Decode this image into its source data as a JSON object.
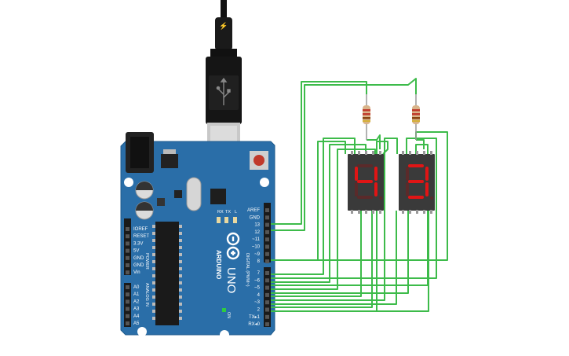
{
  "board": {
    "brand": "ARDUINO",
    "model": "UNO",
    "infinity_symbol": "∞",
    "tx_label": "TX",
    "rx_label": "RX",
    "l_label": "L",
    "on_label": "ON",
    "power_header_label": "POWER",
    "analog_header_label": "ANALOG IN",
    "digital_header_label": "DIGITAL (PWM~)",
    "power_pins": [
      "IOREF",
      "RESET",
      "3.3V",
      "5V",
      "GND",
      "GND",
      "Vin"
    ],
    "analog_pins": [
      "A0",
      "A1",
      "A2",
      "A3",
      "A4",
      "A5"
    ],
    "digital_pins_upper": [
      "AREF",
      "GND",
      "13",
      "12",
      "~11",
      "~10",
      "~9",
      "8"
    ],
    "digital_pins_lower": [
      "7",
      "~6",
      "~5",
      "4",
      "~3",
      "2",
      "TX▸1",
      "RX◂0"
    ]
  },
  "usb_plug_icon": "usb-icon",
  "plug_cap_icon": "lightning-icon",
  "displays": [
    {
      "digit": "4",
      "color": "#e01515"
    },
    {
      "digit": "3",
      "color": "#e01515"
    }
  ],
  "colors": {
    "board": "#2a6ea8",
    "wire": "#3dbb4a",
    "display_body": "#3a3a3a",
    "segment_on": "#e01515",
    "segment_off": "#5a2a2a"
  }
}
